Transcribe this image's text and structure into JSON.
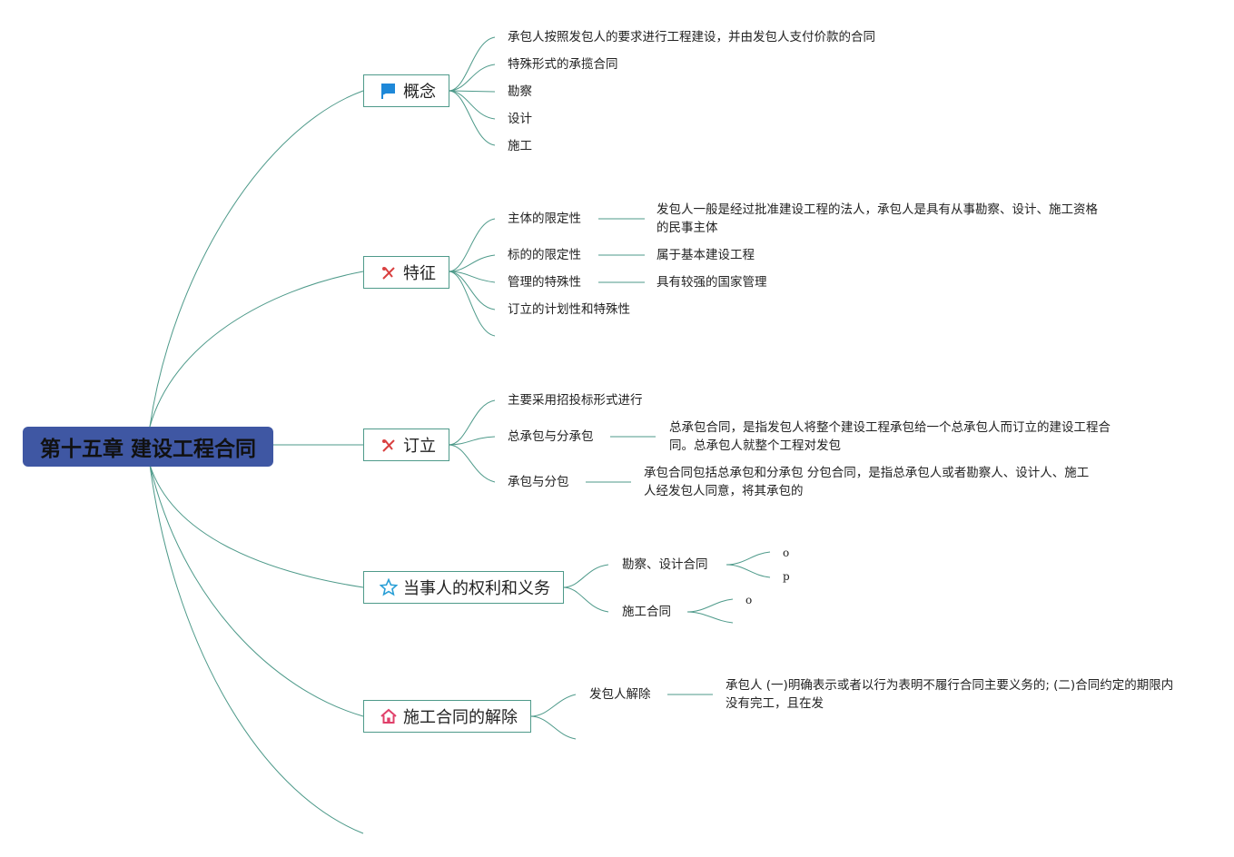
{
  "root": {
    "title": "第十五章 建设工程合同"
  },
  "icons": {
    "concept": "flag-icon",
    "feature": "tools-icon",
    "conclude": "tools-icon",
    "rights": "star-icon",
    "termination": "home-icon"
  },
  "colors": {
    "root_fill": "#3f57a3",
    "line": "#4e9a8a",
    "flag": "#1e88d8",
    "tools": "#d94040",
    "star": "#2a9fd6",
    "home": "#e0406a"
  },
  "branches": {
    "concept": {
      "label": "概念",
      "items": [
        "承包人按照发包人的要求进行工程建设，并由发包人支付价款的合同",
        "特殊形式的承揽合同",
        "勘察",
        "设计",
        "施工"
      ]
    },
    "feature": {
      "label": "特征",
      "items": [
        {
          "label": "主体的限定性",
          "detail": "发包人一般是经过批准建设工程的法人，承包人是具有从事勘察、设计、施工资格的民事主体"
        },
        {
          "label": "标的的限定性",
          "detail": "属于基本建设工程"
        },
        {
          "label": "管理的特殊性",
          "detail": "具有较强的国家管理"
        },
        {
          "label": "订立的计划性和特殊性"
        }
      ]
    },
    "conclude": {
      "label": "订立",
      "items": [
        {
          "label": "主要采用招投标形式进行"
        },
        {
          "label": "总承包与分承包",
          "detail": "总承包合同，是指发包人将整个建设工程承包给一个总承包人而订立的建设工程合同。总承包人就整个工程对发包"
        },
        {
          "label": "承包与分包",
          "detail": "承包合同包括总承包和分承包 分包合同，是指总承包人或者勘察人、设计人、施工人经发包人同意，将其承包的"
        }
      ]
    },
    "rights": {
      "label": "当事人的权利和义务",
      "items": [
        {
          "label": "勘察、设计合同",
          "children": [
            "o",
            "p"
          ]
        },
        {
          "label": "施工合同",
          "children": [
            "o"
          ]
        }
      ]
    },
    "termination": {
      "label": "施工合同的解除",
      "items": [
        {
          "label": "发包人解除",
          "detail": "承包人 (一)明确表示或者以行为表明不履行合同主要义务的; (二)合同约定的期限内没有完工，且在发"
        }
      ]
    }
  }
}
